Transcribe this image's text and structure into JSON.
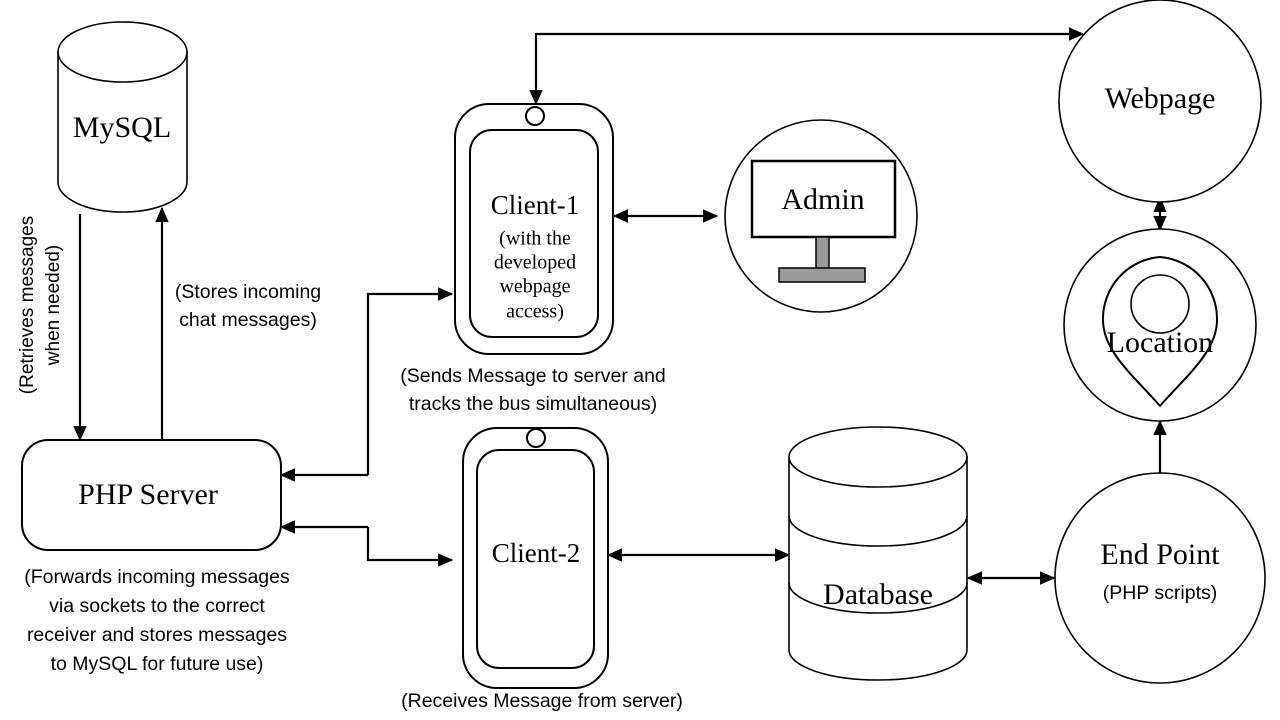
{
  "diagram": {
    "title": "Chat and Bus Tracking System Architecture",
    "background_color": "#ffffff",
    "stroke_color": "#000000",
    "accent_gray": "#9a9a9a",
    "nodes": {
      "mysql": {
        "label": "MySQL",
        "shape": "cylinder"
      },
      "php_server": {
        "label": "PHP Server",
        "shape": "rounded-rectangle"
      },
      "client1": {
        "label": "Client-1",
        "shape": "smartphone",
        "sub_lines": [
          "(with the",
          "developed",
          "webpage",
          "access)"
        ]
      },
      "client2": {
        "label": "Client-2",
        "shape": "smartphone"
      },
      "admin": {
        "label": "Admin",
        "shape": "monitor-in-circle"
      },
      "webpage": {
        "label": "Webpage",
        "shape": "circle"
      },
      "location": {
        "label": "Location",
        "shape": "map-pin-in-circle"
      },
      "endpoint": {
        "label": "End Point",
        "sub_label": "(PHP scripts)",
        "shape": "circle"
      },
      "database": {
        "label": "Database",
        "shape": "multi-disc-cylinder"
      }
    },
    "captions": {
      "retrieves": {
        "lines": [
          "(Retrieves messages",
          "when needed)"
        ],
        "rotated": true
      },
      "stores": {
        "lines": [
          "(Stores incoming",
          "chat messages)"
        ]
      },
      "client1_note": {
        "lines": [
          "(Sends Message to server and",
          "tracks the bus simultaneous)"
        ]
      },
      "client2_note": {
        "lines": [
          "(Receives Message from server)"
        ]
      },
      "php_note": {
        "lines": [
          "(Forwards incoming messages",
          "via sockets to the correct",
          "receiver and stores messages",
          "to MySQL for future use)"
        ]
      }
    },
    "edges": [
      {
        "from": "mysql",
        "to": "php_server",
        "direction": "one-way",
        "label": "(Retrieves messages when needed)"
      },
      {
        "from": "php_server",
        "to": "mysql",
        "direction": "one-way",
        "label": "(Stores incoming chat messages)"
      },
      {
        "from": "php_server",
        "to": "client1",
        "direction": "one-way",
        "label": ""
      },
      {
        "from": "php_server",
        "to": "client2",
        "direction": "one-way",
        "label": ""
      },
      {
        "from": "client1",
        "to": "php_server",
        "direction": "one-way",
        "label": ""
      },
      {
        "from": "client2",
        "to": "php_server",
        "direction": "one-way",
        "label": ""
      },
      {
        "from": "client1",
        "to": "admin",
        "direction": "two-way",
        "label": ""
      },
      {
        "from": "client1",
        "to": "webpage",
        "direction": "two-way",
        "label": ""
      },
      {
        "from": "webpage",
        "to": "location",
        "direction": "two-way",
        "label": ""
      },
      {
        "from": "location",
        "to": "endpoint",
        "direction": "two-way",
        "label": ""
      },
      {
        "from": "client2",
        "to": "database",
        "direction": "two-way",
        "label": ""
      },
      {
        "from": "database",
        "to": "endpoint",
        "direction": "two-way",
        "label": ""
      }
    ]
  }
}
